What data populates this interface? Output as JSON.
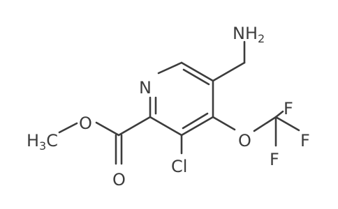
{
  "molecule": {
    "atoms": {
      "amine": {
        "text": "NH",
        "subscript": "2"
      },
      "ring_nitrogen": "N",
      "ether_oxygen": "O",
      "fluorine_top": "F",
      "fluorine_right": "F",
      "fluorine_bottom": "F",
      "chlorine": "Cl",
      "ester_oxygen": "O",
      "carbonyl_oxygen": "O",
      "methyl": {
        "text": "H",
        "subscript": "3",
        "suffix": "C"
      }
    }
  }
}
